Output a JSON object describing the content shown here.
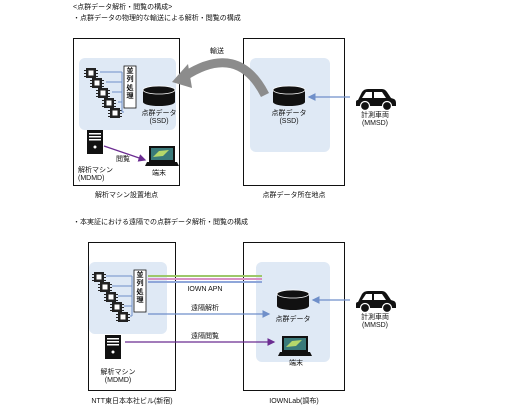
{
  "header": {
    "title": "<点群データ解析・閲覧の構成>",
    "subtitle1": "・点群データの物理的な輸送による解析・閲覧の構成",
    "subtitle2": "・本実証における遠隔での点群データ解析・閲覧の構成"
  },
  "top_diagram": {
    "transport_label": "輸送",
    "parallel_label": "並列処理",
    "data_label_left": "点群データ\n(SSD)",
    "data_label_right": "点群データ\n(SSD)",
    "machine_label": "解析マシン\n(MDMD)",
    "browse_label": "閲覧",
    "terminal_label": "端末",
    "vehicle_label": "計測車両\n(MMSD)",
    "site_left": "解析マシン設置地点",
    "site_right": "点群データ所在地点"
  },
  "bottom_diagram": {
    "parallel_label": "並列処理",
    "iown_label": "IOWN APN",
    "remote_analysis": "遠隔解析",
    "remote_browse": "遠隔閲覧",
    "data_label": "点群データ",
    "machine_label": "解析マシン\n(MDMD)",
    "terminal_label": "端末",
    "vehicle_label": "計測車両\n(MMSD)",
    "site_left": "NTT東日本本社ビル(新宿)",
    "site_right": "IOWNLab(調布)"
  },
  "colors": {
    "shade": "#dfe9f5",
    "arrow_blue": "#6f8fc9",
    "arrow_purple": "#6b2c91",
    "line_green": "#9dc86a",
    "line_pink": "#d991c4",
    "line_blue": "#8fa6d9",
    "transport_arrow": "#8c8c8c"
  }
}
